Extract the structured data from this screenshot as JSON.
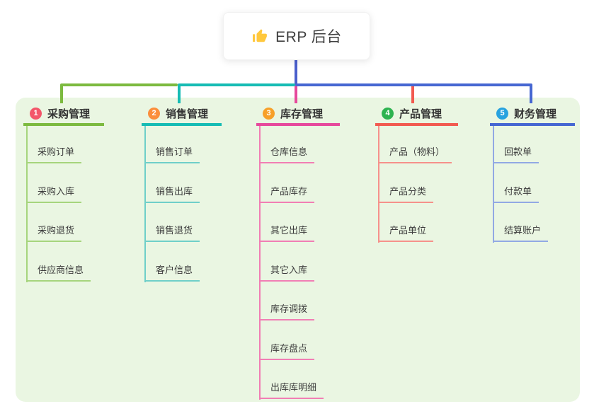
{
  "root": {
    "title": "ERP 后台",
    "icon": "thumbs-up"
  },
  "colors": {
    "panel_bg": "#EAF6E2",
    "root_connector": "#4A5FCC",
    "thumb_icon": "#FFC83D"
  },
  "branches": [
    {
      "index": "1",
      "label": "采购管理",
      "badge_color": "#F3566A",
      "line_color": "#7CBA3F",
      "child_line_color": "#A6D57D",
      "children": [
        "采购订单",
        "采购入库",
        "采购退货",
        "供应商信息"
      ]
    },
    {
      "index": "2",
      "label": "销售管理",
      "badge_color": "#FB8E3C",
      "line_color": "#16BCB4",
      "child_line_color": "#6FCFC9",
      "children": [
        "销售订单",
        "销售出库",
        "销售退货",
        "客户信息"
      ]
    },
    {
      "index": "3",
      "label": "库存管理",
      "badge_color": "#F7A029",
      "line_color": "#E6499C",
      "child_line_color": "#F17EB4",
      "children": [
        "仓库信息",
        "产品库存",
        "其它出库",
        "其它入库",
        "库存调拨",
        "库存盘点",
        "出库库明细"
      ]
    },
    {
      "index": "4",
      "label": "产品管理",
      "badge_color": "#2DB350",
      "line_color": "#F25A50",
      "child_line_color": "#F6918B",
      "children": [
        "产品（物料）",
        "产品分类",
        "产品单位"
      ]
    },
    {
      "index": "5",
      "label": "财务管理",
      "badge_color": "#27A2DF",
      "line_color": "#4667D2",
      "child_line_color": "#92A9E4",
      "children": [
        "回款单",
        "付款单",
        "结算账户"
      ]
    }
  ]
}
